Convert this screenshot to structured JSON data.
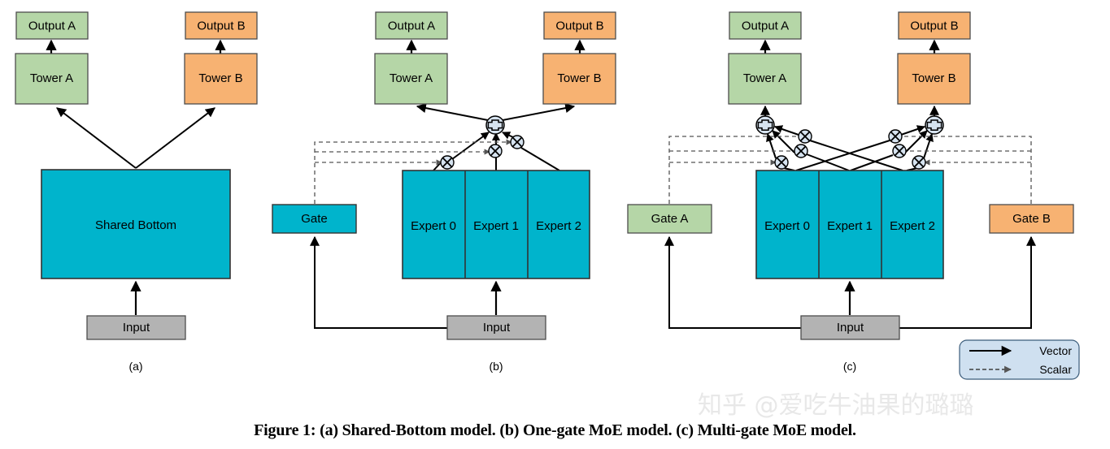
{
  "figure": {
    "caption": "Figure 1: (a) Shared-Bottom model. (b) One-gate MoE model. (c) Multi-gate MoE model.",
    "watermark": "知乎 @爱吃牛油果的璐璐"
  },
  "colors": {
    "green": "#b5d6a7",
    "orange": "#f7b272",
    "cyan": "#00b4cc",
    "gray": "#b3b3b3",
    "legend_fill": "#cfe0f0",
    "node_fill": "#d6e3f0",
    "stroke": "#000000",
    "dashed_stroke": "#555555"
  },
  "panel_a": {
    "label": "(a)",
    "output_a": "Output A",
    "output_b": "Output B",
    "tower_a": "Tower A",
    "tower_b": "Tower B",
    "shared_bottom": "Shared Bottom",
    "input": "Input"
  },
  "panel_b": {
    "label": "(b)",
    "output_a": "Output A",
    "output_b": "Output B",
    "tower_a": "Tower A",
    "tower_b": "Tower B",
    "gate": "Gate",
    "experts": [
      "Expert 0",
      "Expert 1",
      "Expert 2"
    ],
    "input": "Input",
    "sum_node": "+",
    "mul_node": "x"
  },
  "panel_c": {
    "label": "(c)",
    "output_a": "Output A",
    "output_b": "Output B",
    "tower_a": "Tower A",
    "tower_b": "Tower B",
    "gate_a": "Gate A",
    "gate_b": "Gate B",
    "experts": [
      "Expert 0",
      "Expert 1",
      "Expert 2"
    ],
    "input": "Input",
    "sum_node": "+",
    "mul_node": "x"
  },
  "legend": {
    "vector": "Vector",
    "scalar": "Scalar"
  }
}
